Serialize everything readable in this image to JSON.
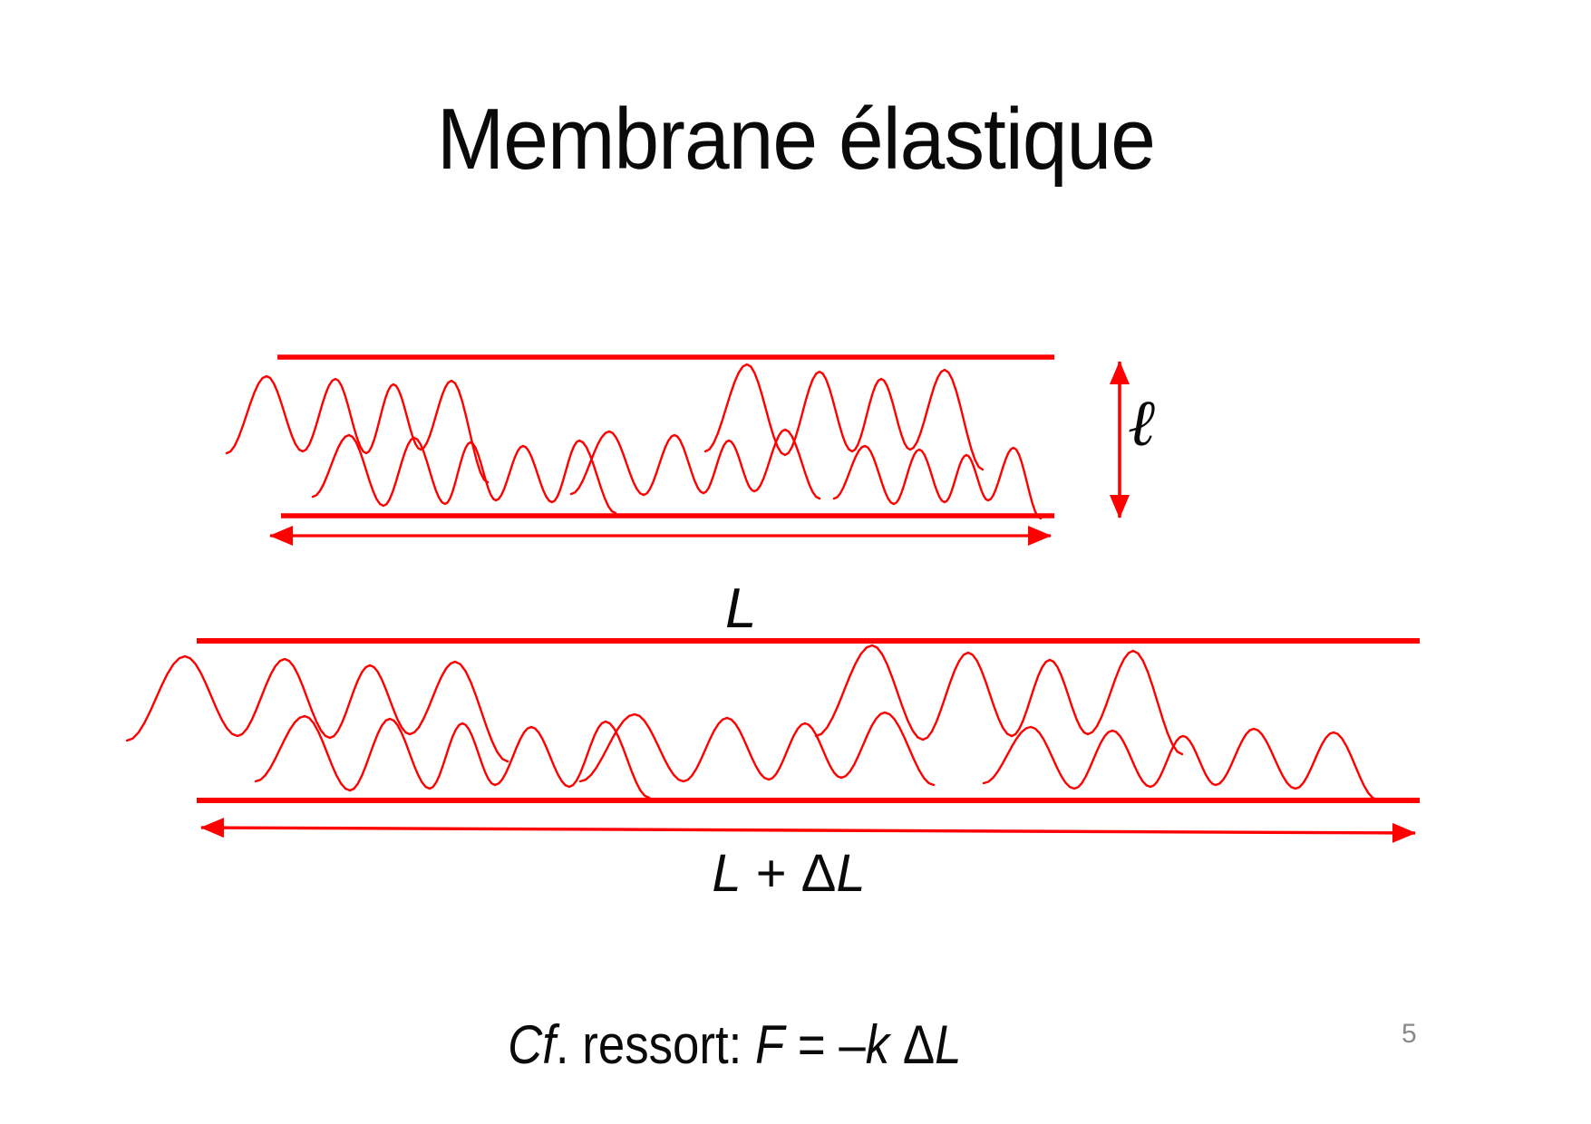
{
  "slide": {
    "title": "Membrane élastique",
    "page_number": "5"
  },
  "colors": {
    "red": "#ff0000",
    "ink": "#0a0a0a",
    "page_number": "#8a8a8a",
    "background": "#ffffff"
  },
  "figure_top": {
    "length_label": "L",
    "thickness_label": "ℓ"
  },
  "figure_bottom": {
    "length_label_parts": [
      {
        "text": "L",
        "italic": true
      },
      {
        "text": " + Δ",
        "italic": false
      },
      {
        "text": "L",
        "italic": true
      }
    ]
  },
  "caption": {
    "parts": [
      {
        "text": "Cf",
        "italic": true
      },
      {
        "text": ". ressort: ",
        "italic": false
      },
      {
        "text": "F",
        "italic": true
      },
      {
        "text": " = –",
        "italic": false
      },
      {
        "text": "k",
        "italic": true
      },
      {
        "text": " Δ",
        "italic": false
      },
      {
        "text": "L",
        "italic": true
      }
    ]
  }
}
